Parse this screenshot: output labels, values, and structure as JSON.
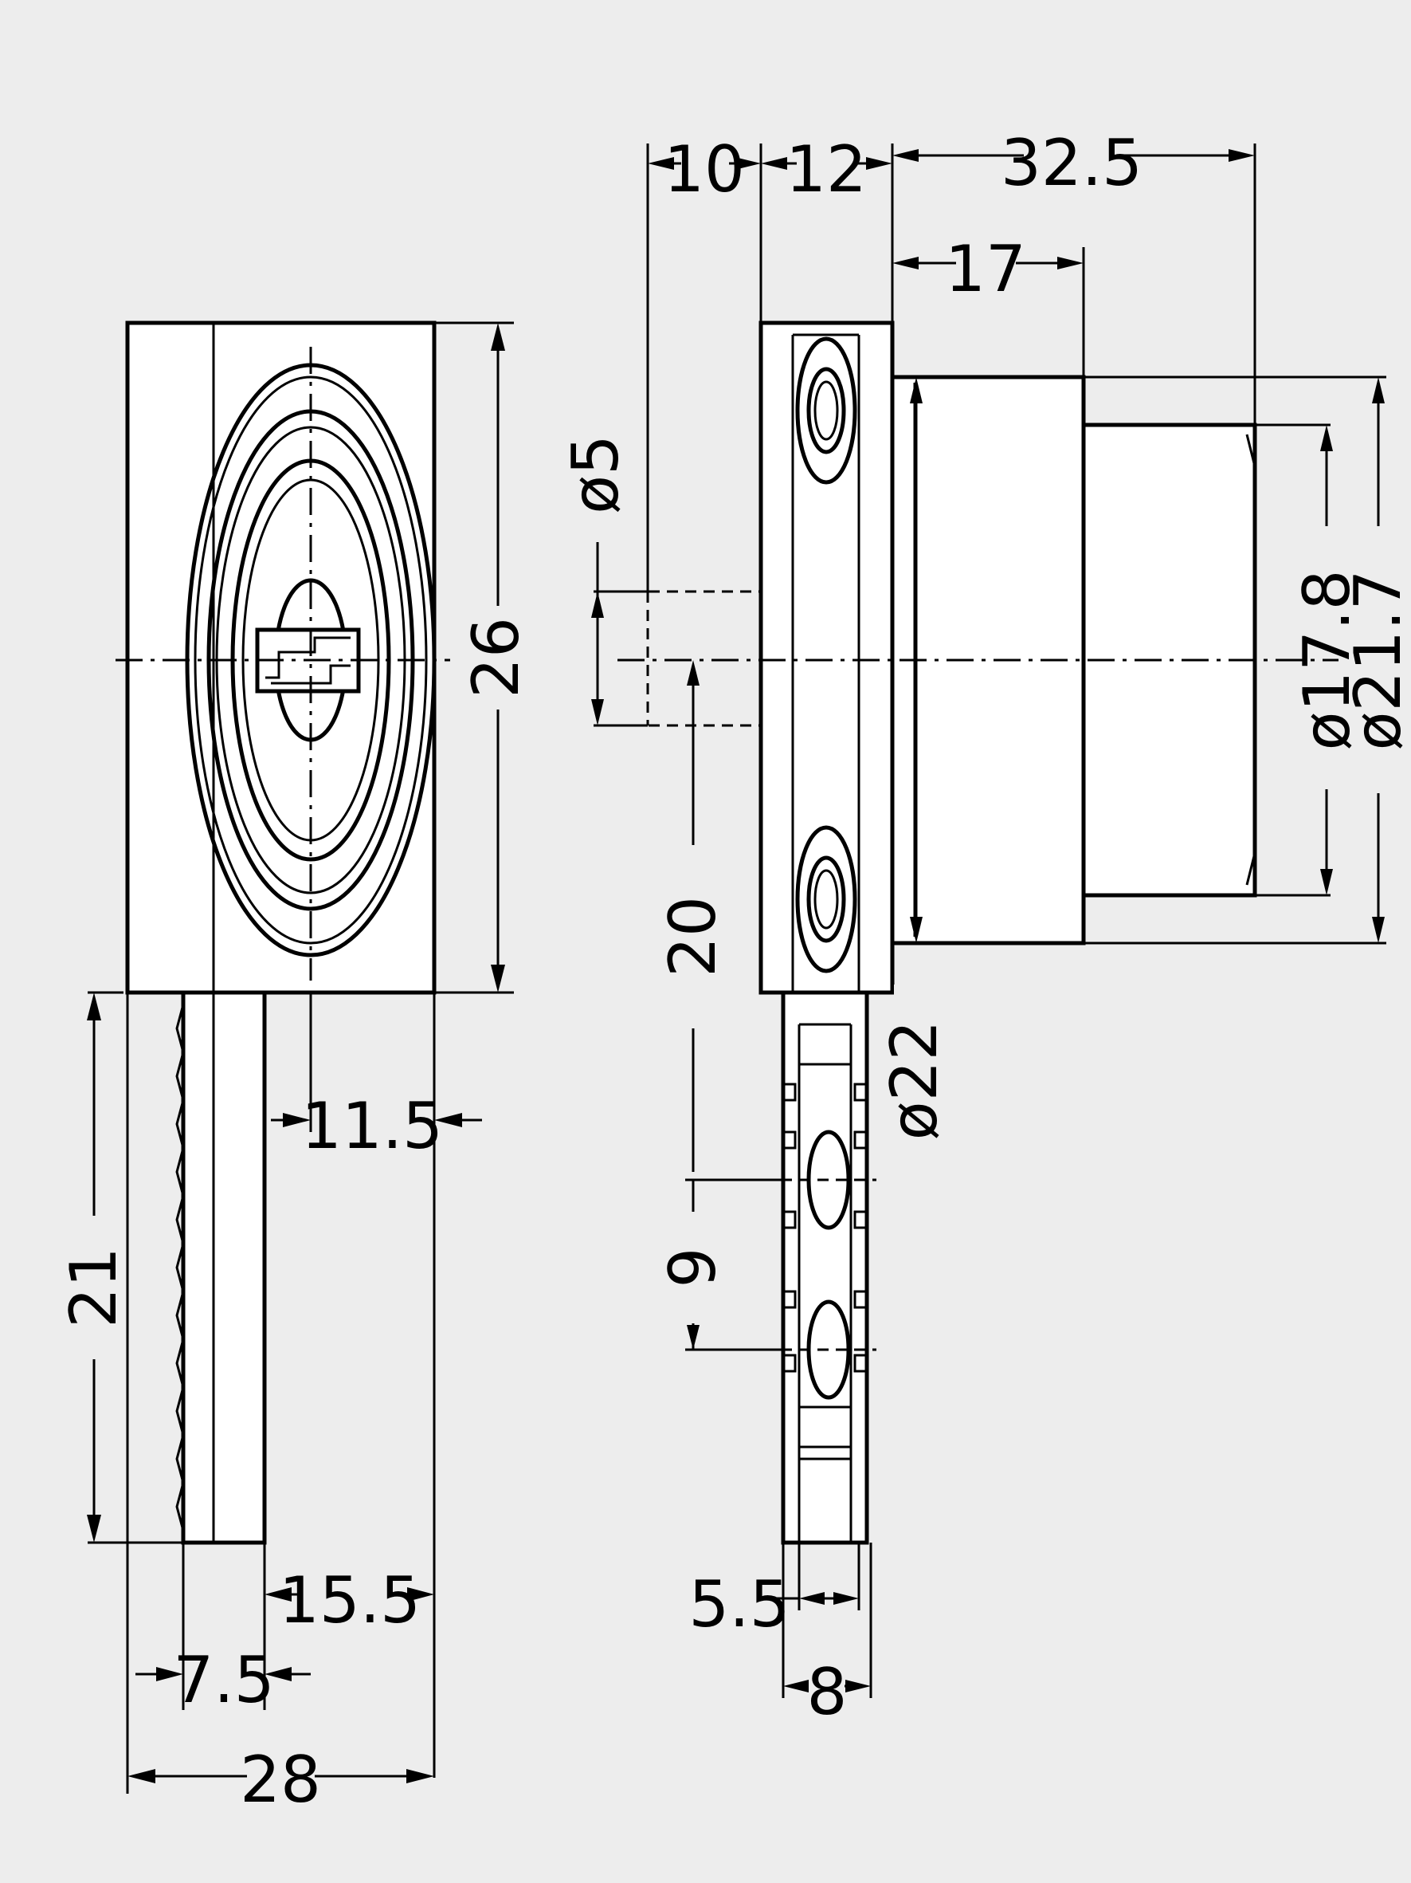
{
  "front_view": {
    "dim_width": "28",
    "dim_height": "26",
    "dim_tongue_length": "21",
    "dim_tongue_left": "7.5",
    "dim_tongue_right": "15.5",
    "dim_cam_offset": "11.5"
  },
  "side_view": {
    "dim_pin_length": "10",
    "dim_flange_thickness": "12",
    "dim_body_length": "32.5",
    "dim_step_length": "17",
    "dim_pin_diameter": "ø5",
    "dim_inner_diameter": "ø17.8",
    "dim_outer_diameter": "ø21.7",
    "dim_flange_diameter": "ø22",
    "dim_offset_center": "20",
    "dim_hole_pitch": "9",
    "dim_bar_width": "5.5",
    "dim_bar_outer": "8"
  },
  "colors": {
    "background": "#ededed",
    "line": "#000000",
    "part_fill": "#ffffff"
  }
}
